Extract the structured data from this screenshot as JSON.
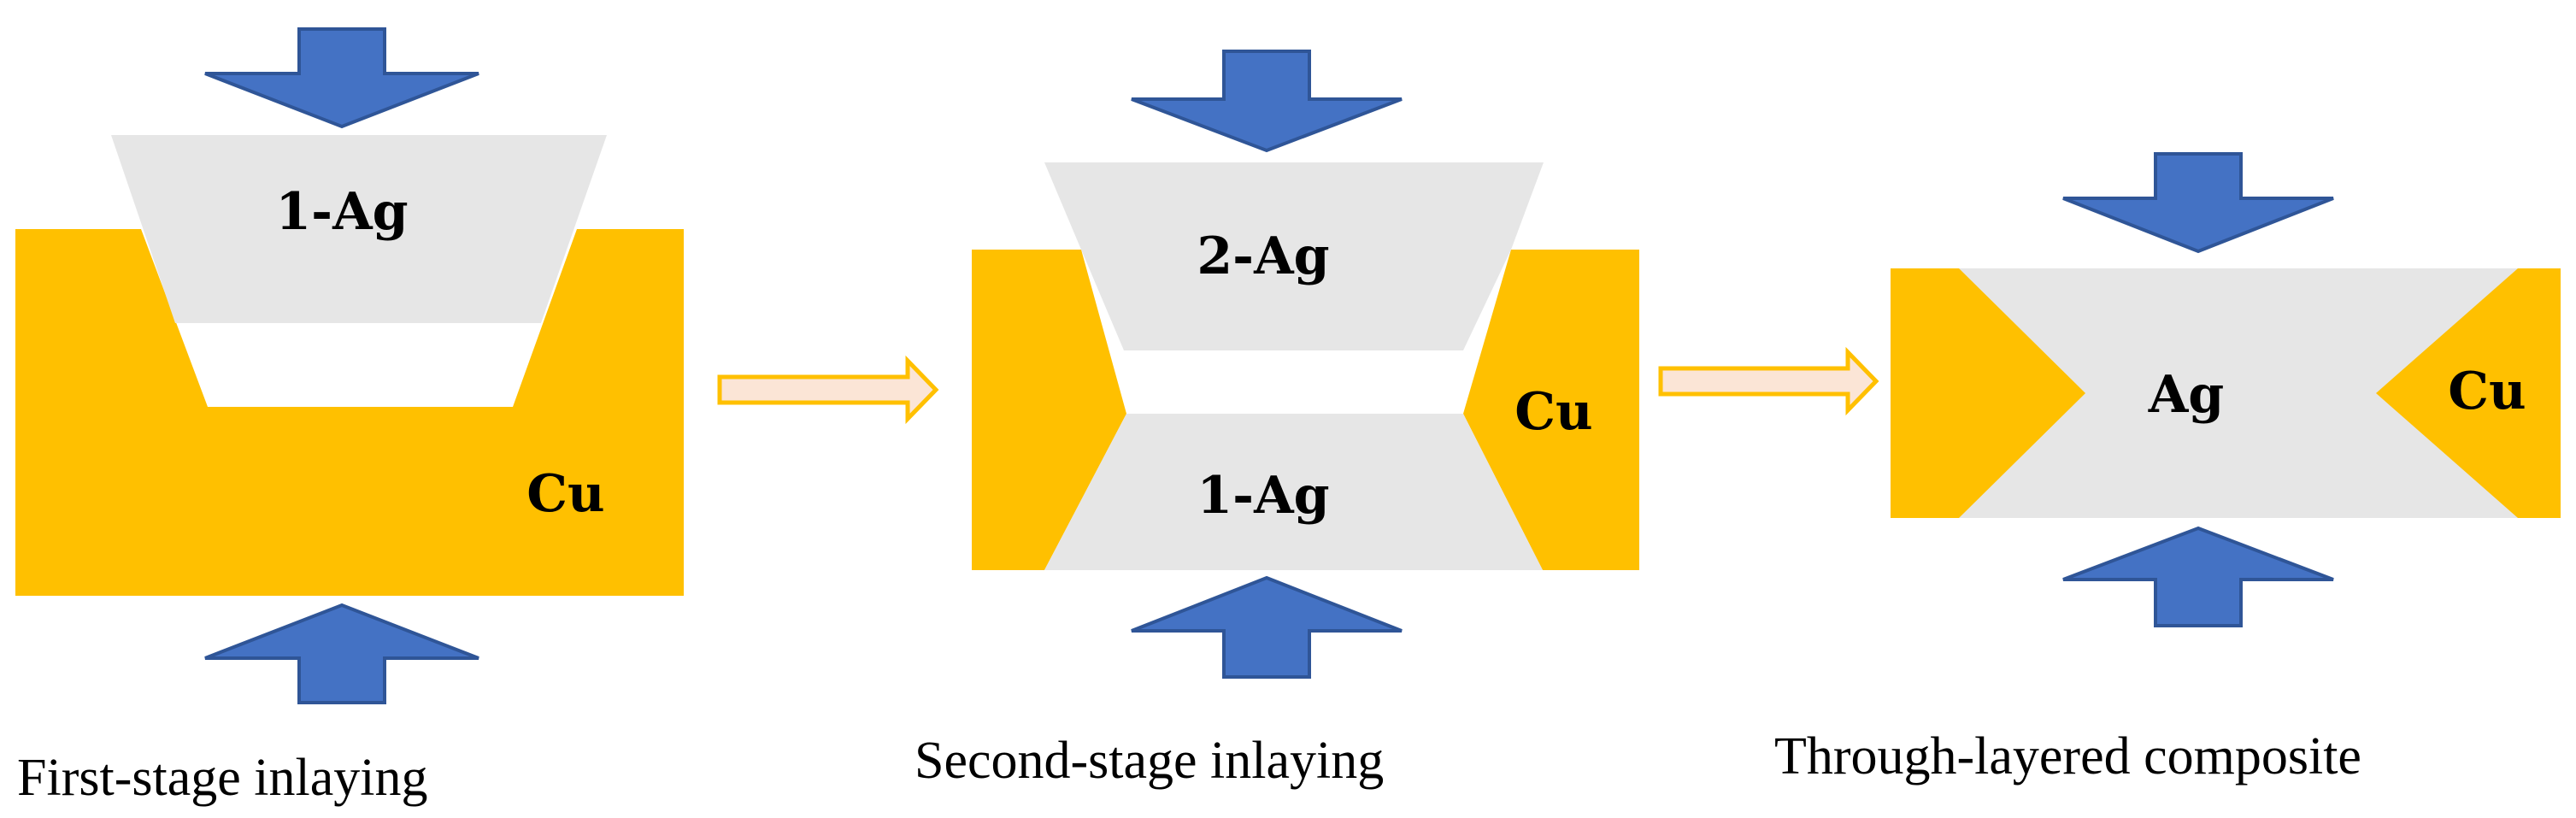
{
  "colors": {
    "copper": "#FFC000",
    "silver": "#E6E6E6",
    "press_arrow_fill": "#4472C4",
    "press_arrow_stroke": "#2F5597",
    "flow_arrow_stroke": "#FFC000",
    "flow_arrow_fill": "#FBE5D6",
    "background": "#FFFFFF"
  },
  "stages": [
    {
      "caption": "First-stage inlaying",
      "labels": {
        "ag_top": "1-Ag",
        "cu": "Cu"
      }
    },
    {
      "caption": "Second-stage inlaying",
      "labels": {
        "ag_top": "2-Ag",
        "ag_bottom": "1-Ag",
        "cu": "Cu"
      }
    },
    {
      "caption": "Through-layered composite",
      "labels": {
        "ag": "Ag",
        "cu": "Cu"
      }
    }
  ],
  "icons": {
    "press_arrow": "block-arrow-icon",
    "flow_arrow": "outline-arrow-icon"
  }
}
